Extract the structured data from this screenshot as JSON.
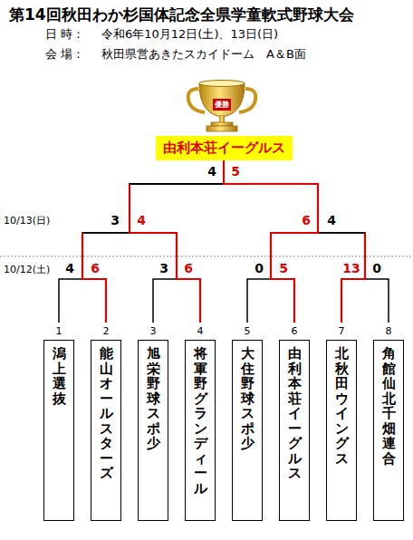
{
  "diagram": {
    "title": "第14回秋田わか杉国体記念全県学童軟式野球大会",
    "nodes": [
      {
        "text": [
          "由利本荘イーグルス"
        ]
      },
      {
        "text": [
          "1",
          "潟上選抜"
        ]
      },
      {
        "text": [
          "2",
          "能山オールスターズ"
        ]
      },
      {
        "text": [
          "3",
          "旭栄野球スポ少"
        ]
      },
      {
        "text": [
          "4",
          "将軍野グランディール"
        ]
      },
      {
        "text": [
          "5",
          "大住野球スポ少"
        ]
      },
      {
        "text": [
          "6",
          "由利本荘イーグルス"
        ]
      },
      {
        "text": [
          "7",
          "北秋田ウイングス"
        ]
      },
      {
        "text": [
          "8",
          "角館仙北千畑連合"
        ]
      }
    ],
    "edges": [
      {
        "from": 1,
        "to": 0,
        "arrow": "none"
      },
      {
        "from": 2,
        "to": 0,
        "arrow": "none"
      },
      {
        "from": 3,
        "to": 0,
        "arrow": "none"
      },
      {
        "from": 4,
        "to": 0,
        "arrow": "none"
      },
      {
        "from": 5,
        "to": 0,
        "arrow": "none"
      },
      {
        "from": 6,
        "to": 0,
        "arrow": "none"
      },
      {
        "from": 7,
        "to": 0,
        "arrow": "none"
      },
      {
        "from": 8,
        "to": 0,
        "arrow": "none"
      }
    ],
    "labels": [
      "日 時：",
      "令和6年10月12日(土)、13日(日)",
      "会 場：",
      "秋田県営あきたスカイドーム　A＆B面",
      "優勝",
      "4",
      "5",
      "3",
      "4",
      "6",
      "4",
      "4",
      "6",
      "3",
      "6",
      "0",
      "5",
      "13",
      "0",
      "10/13(日)",
      "10/12(土)"
    ]
  }
}
